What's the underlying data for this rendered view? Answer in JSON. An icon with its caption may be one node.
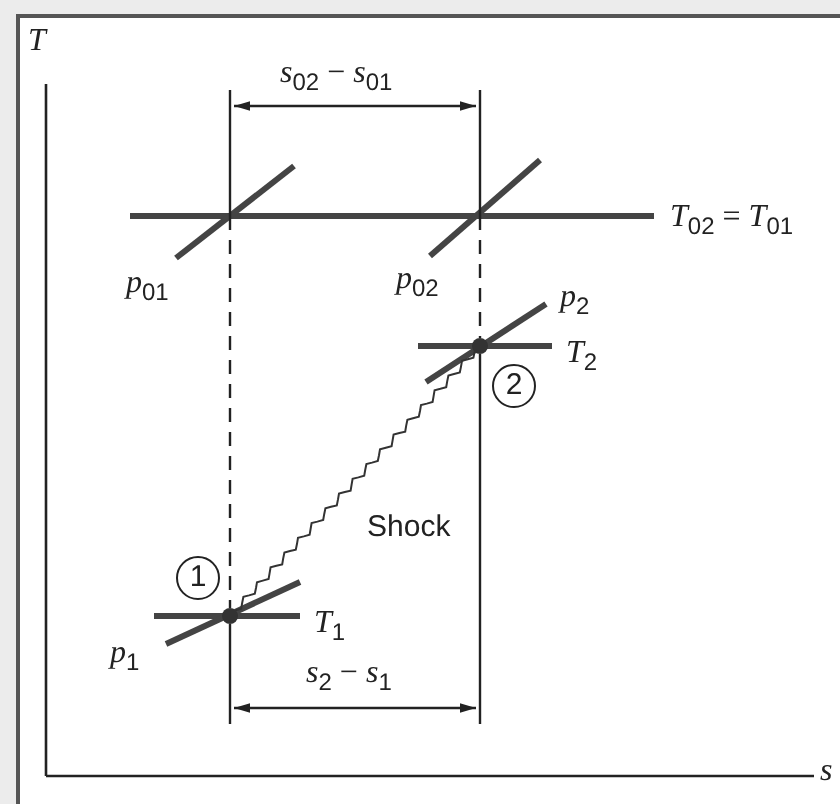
{
  "diagram": {
    "nodes": [
      {
        "text": [
          "2"
        ]
      },
      {
        "text": [],
        "shape": "circle"
      },
      {
        "text": [
          "1"
        ]
      },
      {
        "text": [],
        "shape": "circle"
      }
    ],
    "edges": [
      {
        "from": 3,
        "to": 1,
        "arrow": "none",
        "label": "Shock"
      }
    ],
    "labels": [
      "T",
      "*s*$_{02}$ − *s*$_{01}$",
      "*T*$_{02}$ = *T*$_{01}$",
      "*p*$_{01}$",
      "*p*$_{02}$",
      "*p*$_{2}$",
      "*T*$_{2}$",
      "*T*$_{1}$",
      "*p*$_{1}$",
      "*s*$_{2}$ − *s*$_{1}$",
      "s"
    ]
  }
}
